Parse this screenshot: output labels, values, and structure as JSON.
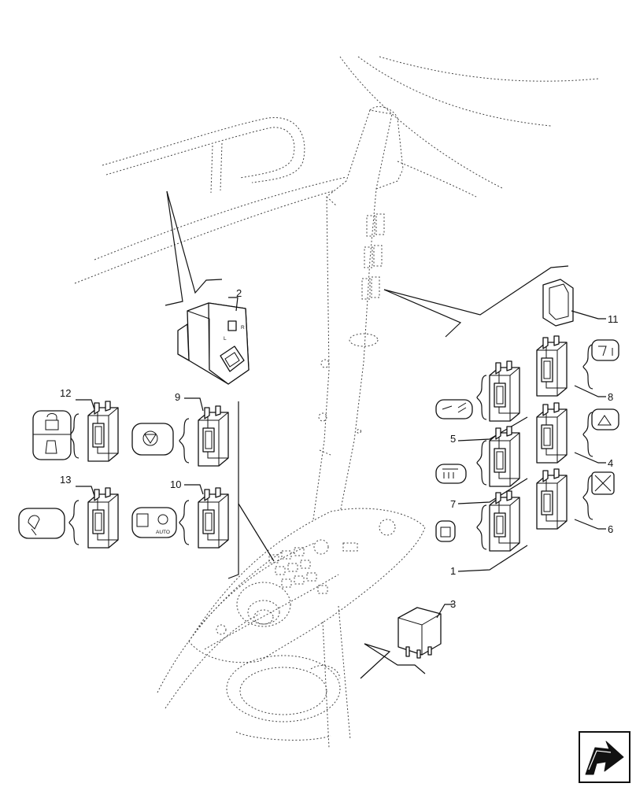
{
  "diagram": {
    "callouts": [
      {
        "id": "1",
        "label": "1"
      },
      {
        "id": "2",
        "label": "2"
      },
      {
        "id": "3",
        "label": "3"
      },
      {
        "id": "4",
        "label": "4"
      },
      {
        "id": "5",
        "label": "5"
      },
      {
        "id": "6",
        "label": "6"
      },
      {
        "id": "7",
        "label": "7"
      },
      {
        "id": "8",
        "label": "8"
      },
      {
        "id": "9",
        "label": "9"
      },
      {
        "id": "10",
        "label": "10"
      },
      {
        "id": "11",
        "label": "11"
      },
      {
        "id": "12",
        "label": "12"
      },
      {
        "id": "13",
        "label": "13"
      }
    ],
    "mirror_switch_marks": {
      "left": "L",
      "right": "R"
    },
    "auto_mark": "AUTO",
    "icons": {
      "corner": "next-page-arrow-icon",
      "parts": [
        "rocker-switch-icon",
        "mirror-control-switch-icon",
        "relay-icon",
        "switch-cover-cap-icon"
      ]
    }
  }
}
